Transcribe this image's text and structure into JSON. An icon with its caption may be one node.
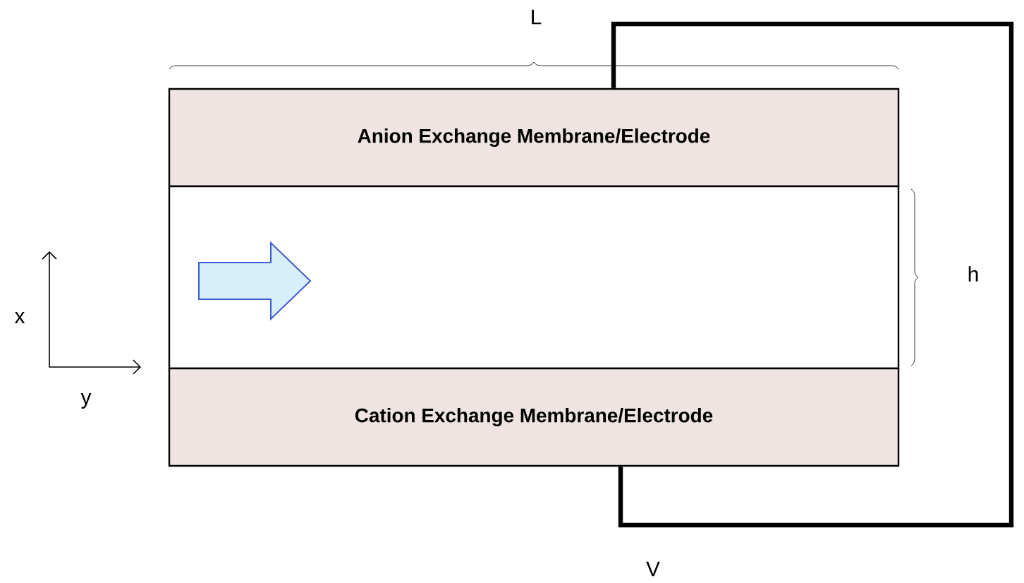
{
  "diagram": {
    "nodes": [
      {
        "text": [
          "Anion Exchange Membrane/Electrode"
        ]
      },
      {
        "text": [],
        "shape": "box"
      },
      {
        "text": [
          "Cation Exchange Membrane/Electrode"
        ]
      }
    ],
    "edges": [
      {
        "from": 0,
        "to": 2,
        "arrow": "none"
      }
    ],
    "labels": [
      "L",
      "h",
      "x",
      "y",
      "V"
    ]
  }
}
